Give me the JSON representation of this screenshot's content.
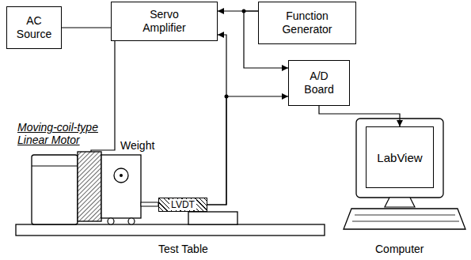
{
  "diagram": {
    "nodes": [
      {
        "text": [
          "AC Source"
        ]
      },
      {
        "text": [
          "Servo Amplifier"
        ]
      },
      {
        "text": [
          "Function Generator"
        ]
      },
      {
        "text": [
          "A/D Board"
        ]
      },
      {
        "text": [
          "LabView"
        ]
      },
      {
        "text": [
          "LVDT"
        ]
      }
    ],
    "edges": [
      {
        "from": 0,
        "to": 1,
        "arrow": "none"
      },
      {
        "from": 2,
        "to": 1,
        "arrow": "to"
      },
      {
        "from": 2,
        "to": 3,
        "arrow": "to"
      },
      {
        "from": 5,
        "to": 1,
        "arrow": "to"
      },
      {
        "from": 5,
        "to": 3,
        "arrow": "to"
      },
      {
        "from": 3,
        "to": 4,
        "arrow": "to"
      }
    ],
    "labels": [
      "Moving-coil-type Linear Motor",
      "Weight",
      "Test Table",
      "Computer"
    ]
  }
}
